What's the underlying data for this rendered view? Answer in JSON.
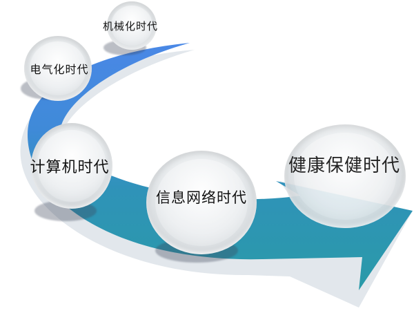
{
  "diagram": {
    "type": "curved-arrow-timeline",
    "colors": {
      "arrow_top": "#4a88e0",
      "arrow_bottom": "#2a9aaa",
      "arrow_shadow": "#dde3e8",
      "bubble_fill": "#e9ecee",
      "text": "#111111"
    },
    "stages": [
      {
        "label": "机械化时代"
      },
      {
        "label": "电气化时代"
      },
      {
        "label": "计算机时代"
      },
      {
        "label": "信息网络时代"
      },
      {
        "label": "健康保健时代"
      }
    ]
  }
}
